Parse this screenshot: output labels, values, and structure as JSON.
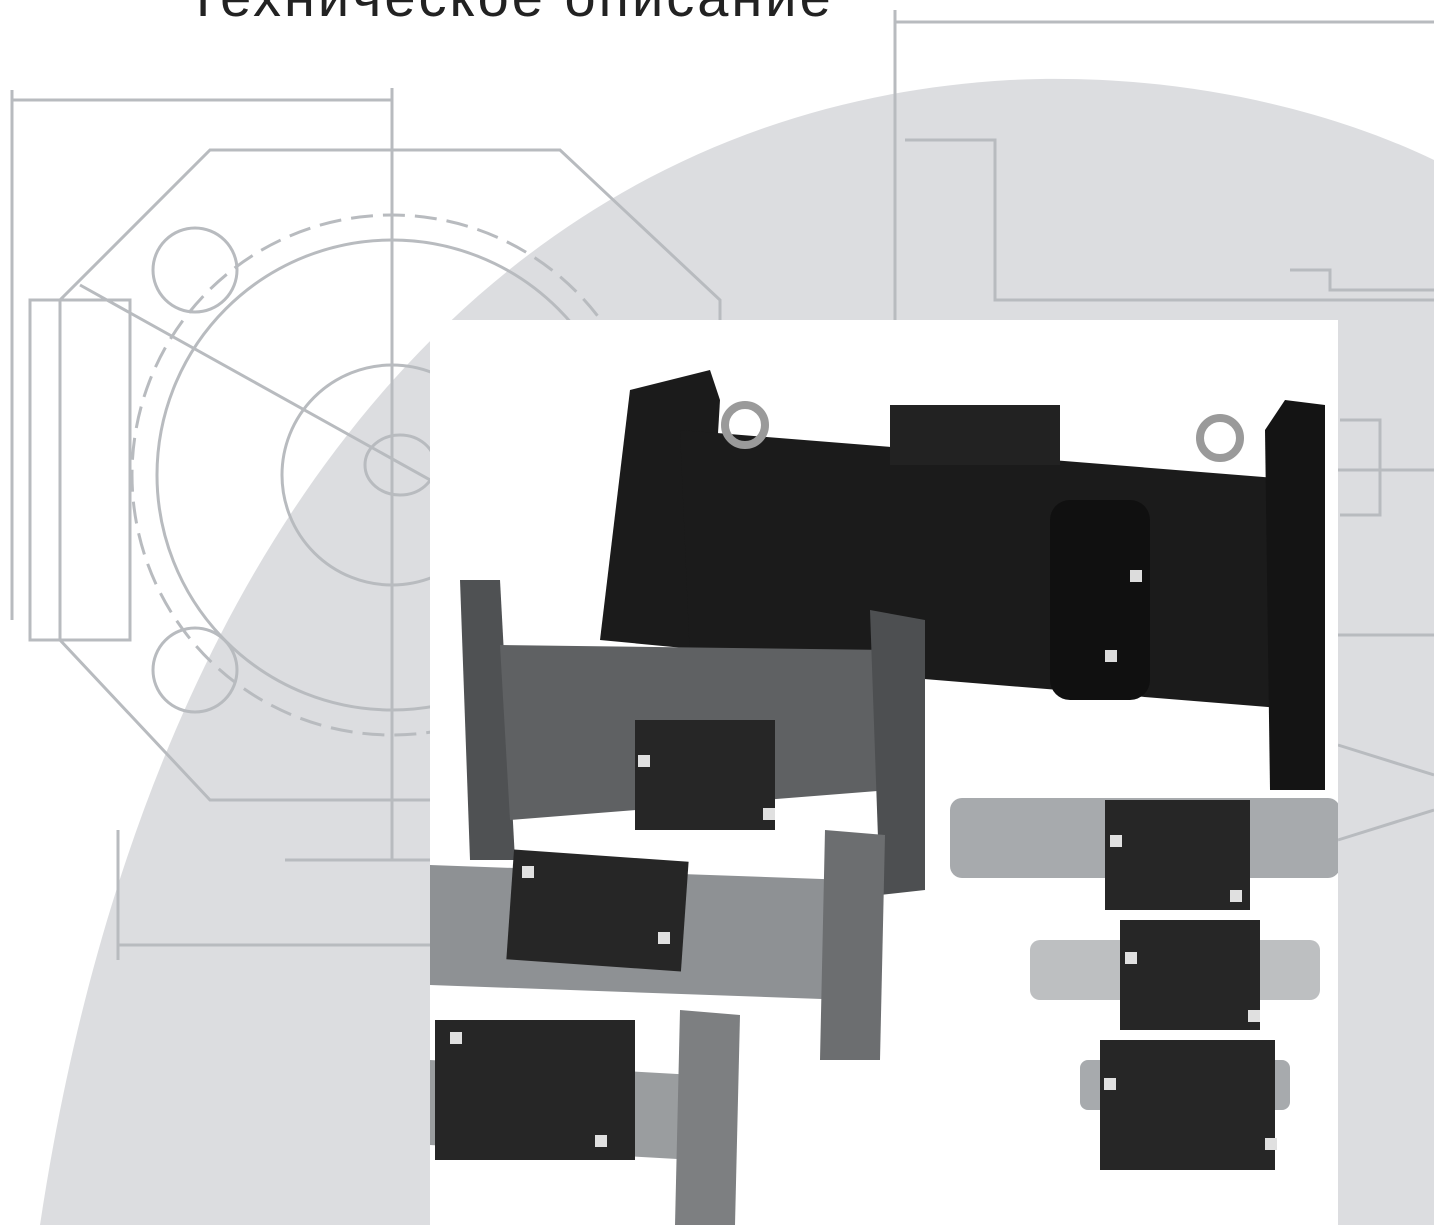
{
  "header": {
    "title": "Техническое описание"
  },
  "figure": {
    "subject": "ultrasonic-flowmeter-family-photo",
    "style": "grayscale technical drawing backdrop with product photograph"
  },
  "colors": {
    "backdrop_shape": "#dcdde0",
    "drawing_lines": "#b8bbbf",
    "photo_background": "#ffffff",
    "meter_black": "#1b1b1b",
    "meter_gray": "#5f6163",
    "pipe_silver": "#a7aaad",
    "transducer_box": "#262626"
  }
}
